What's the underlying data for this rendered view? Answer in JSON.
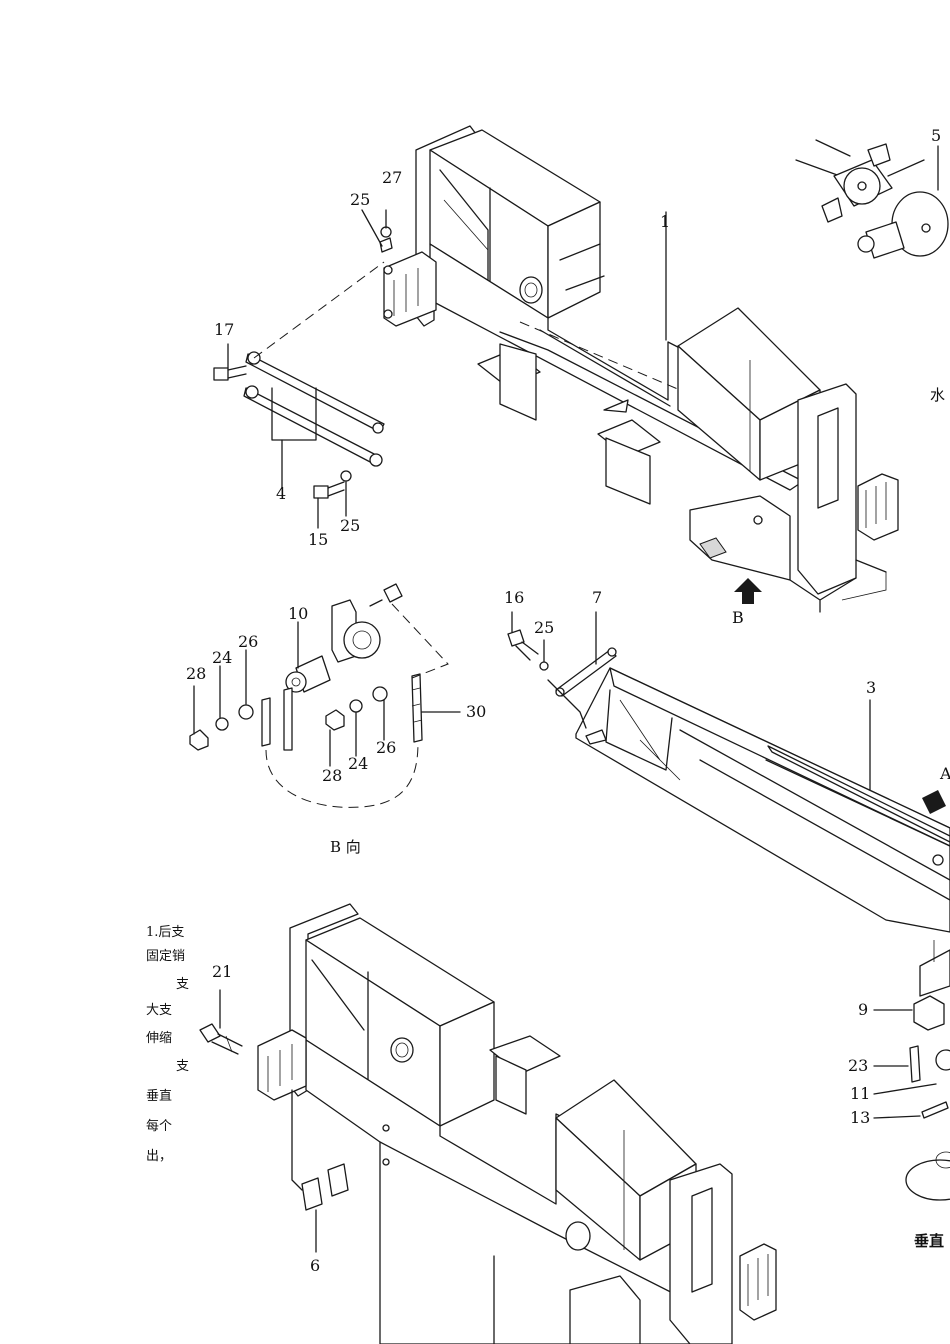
{
  "part_numbers": {
    "n1": "1",
    "n3": "3",
    "n4": "4",
    "n5": "5",
    "n6": "6",
    "n7": "7",
    "n9": "9",
    "n10": "10",
    "n11": "11",
    "n13": "13",
    "n15": "15",
    "n16": "16",
    "n17": "17",
    "n21": "21",
    "n23": "23",
    "n24a": "24",
    "n24b": "24",
    "n25a": "25",
    "n25b": "25",
    "n25c": "25",
    "n26a": "26",
    "n26b": "26",
    "n27": "27",
    "n28a": "28",
    "n28b": "28",
    "n30": "30"
  },
  "view_arrows": {
    "b": "B",
    "a": "A"
  },
  "captions": {
    "b_view": "B 向",
    "horizontal_fragment": "水",
    "vertical_fragment": "垂直"
  },
  "text_fragments": [
    "1.后支",
    "固定销",
    "支",
    "大支",
    "伸缩",
    "支",
    "垂直",
    "每个",
    "出，"
  ]
}
